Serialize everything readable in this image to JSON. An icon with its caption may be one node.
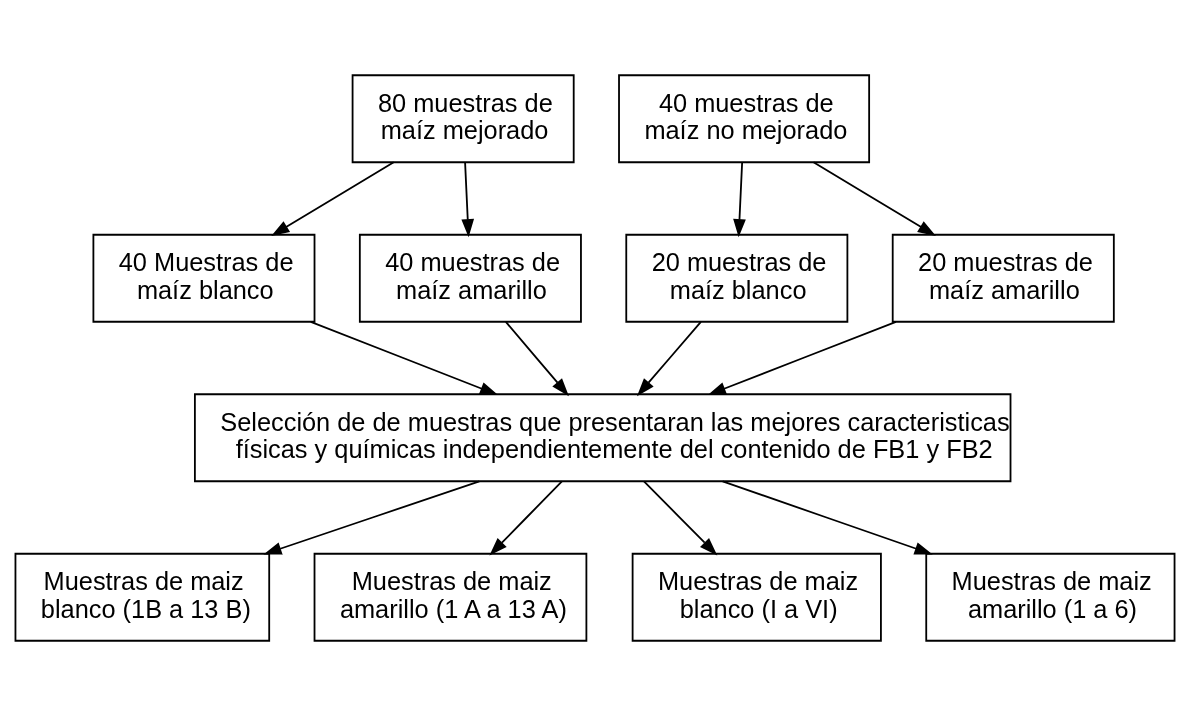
{
  "diagram": {
    "nodes": [
      {
        "text": [
          "80 muestras de maíz mejorado"
        ]
      },
      {
        "text": [
          "40 muestras de maíz no mejorado"
        ]
      },
      {
        "text": [
          "40 Muestras de maíz blanco"
        ]
      },
      {
        "text": [
          "40 muestras de maíz amarillo"
        ]
      },
      {
        "text": [
          "20 muestras de maíz blanco"
        ]
      },
      {
        "text": [
          "20 muestras de maíz amarillo"
        ]
      },
      {
        "text": [
          "Selección de de muestras que presentaran las mejores caracteristicas físicas y químicas independientemente del contenido de FB1 y FB2"
        ]
      },
      {
        "text": [
          "Muestras de maiz blanco (1B a 13 B)"
        ]
      },
      {
        "text": [
          "Muestras de maiz amarillo (1 A a 13 A)"
        ]
      },
      {
        "text": [
          "Muestras de maiz blanco (I a VI)"
        ]
      },
      {
        "text": [
          "Muestras de maiz amarillo (1 a 6)"
        ]
      }
    ],
    "edges": [
      {
        "from": 0,
        "to": 2,
        "arrow": "to"
      },
      {
        "from": 0,
        "to": 3,
        "arrow": "to"
      },
      {
        "from": 1,
        "to": 4,
        "arrow": "to"
      },
      {
        "from": 1,
        "to": 5,
        "arrow": "to"
      },
      {
        "from": 2,
        "to": 6,
        "arrow": "to"
      },
      {
        "from": 3,
        "to": 6,
        "arrow": "to"
      },
      {
        "from": 4,
        "to": 6,
        "arrow": "to"
      },
      {
        "from": 5,
        "to": 6,
        "arrow": "to"
      },
      {
        "from": 6,
        "to": 7,
        "arrow": "to"
      },
      {
        "from": 6,
        "to": 8,
        "arrow": "to"
      },
      {
        "from": 6,
        "to": 9,
        "arrow": "to"
      },
      {
        "from": 6,
        "to": 10,
        "arrow": "to"
      }
    ]
  }
}
